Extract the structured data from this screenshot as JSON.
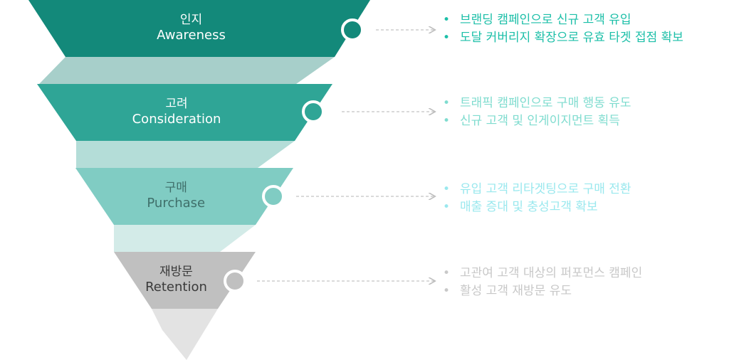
{
  "stages": [
    {
      "title_ko": "인지",
      "title_en": "Awareness",
      "color": "#13897a",
      "band_color": "#a7cfca",
      "text_color": "#ffffff",
      "bullet_color": "#1cbfa8",
      "bullets": [
        "브랜딩 캠페인으로 신규 고객 유입",
        "도달 커버리지 확장으로 유효 타겟 접점 확보"
      ]
    },
    {
      "title_ko": "고려",
      "title_en": "Consideration",
      "color": "#2fa596",
      "band_color": "#b4ddd8",
      "text_color": "#ffffff",
      "bullet_color": "#7fdccf",
      "bullets": [
        "트래픽 캠페인으로 구매 행동 유도",
        "신규 고객 및 인게이지먼트 획득"
      ]
    },
    {
      "title_ko": "구매",
      "title_en": "Purchase",
      "color": "#80ccc3",
      "band_color": "#d3ebe8",
      "text_color": "#3f6f6a",
      "bullet_color": "#9ae8ee",
      "bullets": [
        "유입 고객 리타겟팅으로 구매 전환",
        "매출 증대 및 충성고객 확보"
      ]
    },
    {
      "title_ko": "재방문",
      "title_en": "Retention",
      "color": "#c0c0c0",
      "band_color": "#e3e3e3",
      "text_color": "#3a3a3a",
      "bullet_color": "#c8c8c8",
      "bullets": [
        "고관여 고객 대상의 퍼포먼스 캠페인",
        "활성 고객 재방문 유도"
      ]
    }
  ]
}
